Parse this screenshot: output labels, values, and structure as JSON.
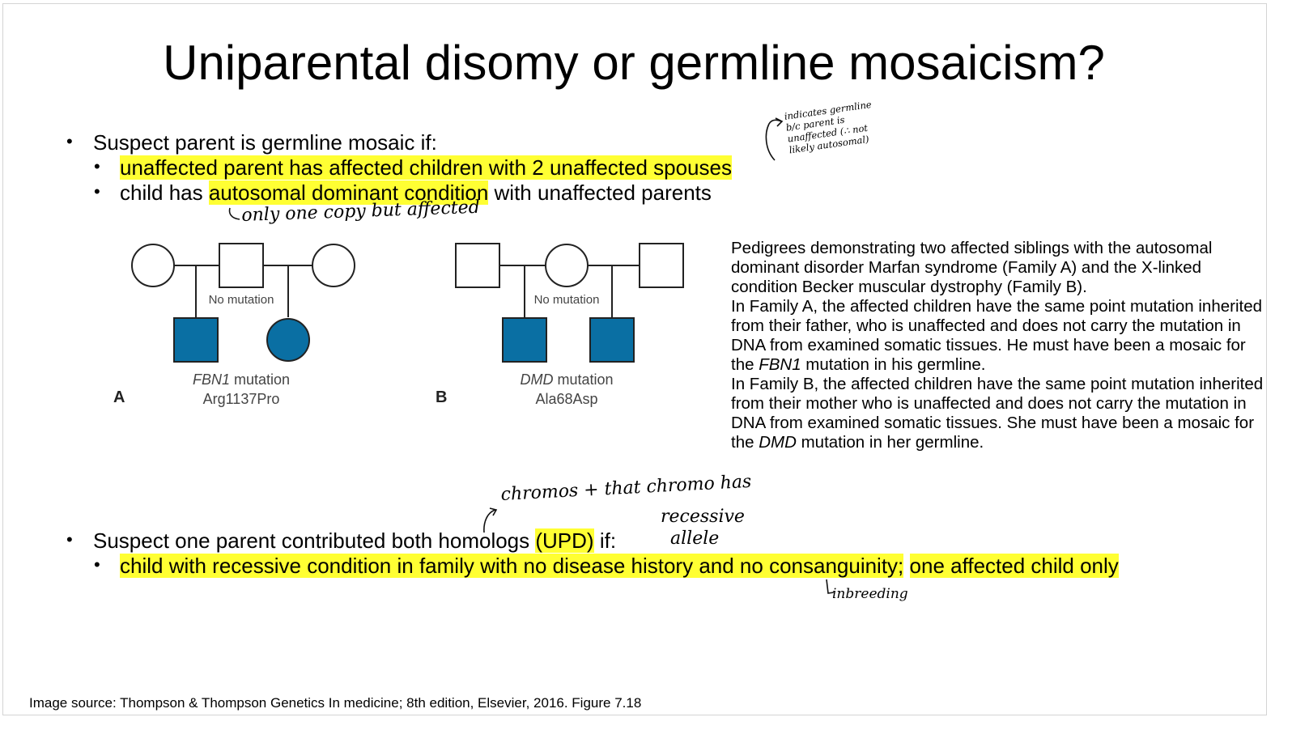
{
  "slide": {
    "title": "Uniparental disomy or germline mosaicism?",
    "section1": {
      "heading": "Suspect parent is germline mosaic if:",
      "item1": "unaffected parent has affected children with 2 unaffected spouses",
      "item2_pre": "child has ",
      "item2_hl": "autosomal dominant condition",
      "item2_post": " with unaffected parents"
    },
    "section2": {
      "heading_pre": "Suspect one parent contributed both homologs ",
      "heading_hl": "(UPD)",
      "heading_post": " if:",
      "item1_hl1": "child with recessive condition in family with no disease history and no consanguinity;",
      "item1_hl2": "one affected child only"
    },
    "caption": {
      "p1": "Pedigrees demonstrating two affected siblings with the autosomal dominant disorder Marfan syndrome (Family A) and the X-linked condition Becker muscular dystrophy (Family B).",
      "p2_pre": "In Family A, the affected children have the same point mutation inherited from their father, who is unaffected and does not carry the mutation in DNA from examined somatic tissues. He must have been a mosaic for the ",
      "p2_gene": "FBN1",
      "p2_post": " mutation in his germline.",
      "p3_pre": "In Family B, the affected children have the same point mutation inherited from their mother who is unaffected and does not carry the mutation in DNA from examined somatic tissues. She must have been a mosaic for the ",
      "p3_gene": "DMD",
      "p3_post": " mutation in her germline."
    },
    "pedigree_a": {
      "label": "A",
      "no_mutation": "No mutation",
      "gene": "FBN1",
      "mutation_word": " mutation",
      "variant": "Arg1137Pro"
    },
    "pedigree_b": {
      "label": "B",
      "no_mutation": "No mutation",
      "gene": "DMD",
      "mutation_word": " mutation",
      "variant": "Ala68Asp"
    },
    "source": "Image source: Thompson & Thompson Genetics In medicine; 8th edition, Elsevier, 2016. Figure 7.18",
    "notes": {
      "germline_1": "indicates germline",
      "germline_2": "b/c parent is",
      "germline_3": "unaffected (∴ not",
      "germline_4": "likely autosomal)",
      "one_copy": "only one copy but affected",
      "chromos_1": "chromos + that chromo has",
      "chromos_2": "recessive",
      "chromos_3": "allele",
      "inbreeding": "inbreeding"
    },
    "colors": {
      "highlight": "#ffff33",
      "affected": "#0a6fa3"
    }
  }
}
